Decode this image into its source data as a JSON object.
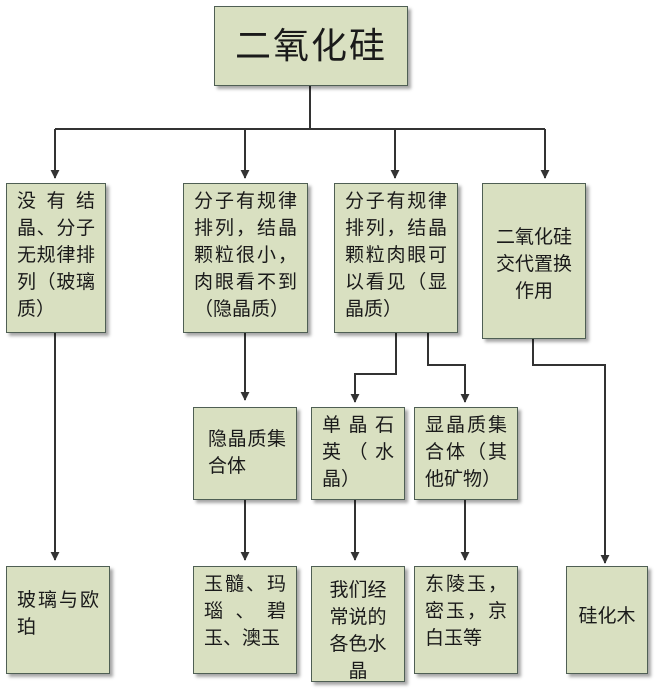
{
  "diagram": {
    "colors": {
      "box_fill": "#d9e0c1",
      "box_border": "#4f5f54",
      "arrow": "#333333"
    },
    "root": {
      "label": "二氧化硅"
    },
    "level1": [
      {
        "id": "glass",
        "label": "没有结晶、分子无规律排列（玻璃质）"
      },
      {
        "id": "crypto",
        "label": "分子有规律排列，结晶颗粒很小，肉眼看不到（隐晶质）"
      },
      {
        "id": "phanero",
        "label": "分子有规律排列，结晶颗粒肉眼可以看见（显晶质）"
      },
      {
        "id": "replace",
        "label": "二氧化硅交代置换作用"
      }
    ],
    "level2": [
      {
        "id": "crypto_aggregate",
        "label": "隐晶质集合体"
      },
      {
        "id": "single_quartz",
        "label": "单晶石英（水晶）"
      },
      {
        "id": "phanero_aggregate",
        "label": "显晶质集合体（其他矿物）"
      }
    ],
    "leaves": [
      {
        "id": "opal",
        "label": "玻璃与欧珀"
      },
      {
        "id": "chalcedony",
        "label": "玉髓、玛瑙、碧玉、澳玉"
      },
      {
        "id": "crystals",
        "label": "我们经常说的各色水晶"
      },
      {
        "id": "quartzite",
        "label": "东陵玉，密玉，京白玉等"
      },
      {
        "id": "petrified_wood",
        "label": "硅化木"
      }
    ]
  }
}
